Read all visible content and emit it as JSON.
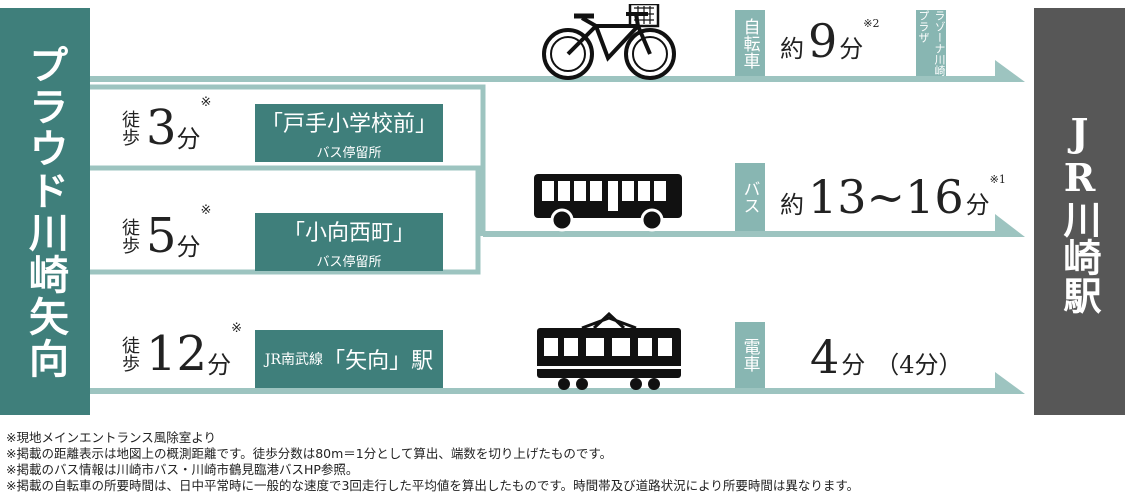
{
  "origin": {
    "name": "プラウド川崎矢向"
  },
  "destination": {
    "name": "JR川崎駅"
  },
  "routes": {
    "bicycle": {
      "mode_label": "自転車",
      "time_prefix": "約",
      "time_value": "9",
      "time_unit": "分",
      "note_mark": "※2",
      "via": "ラゾーナ川崎プラザ",
      "icon": "bicycle-icon"
    },
    "bus": {
      "mode_label": "バス",
      "time_prefix": "約",
      "time_value": "13~16",
      "time_unit": "分",
      "note_mark": "※1",
      "icon": "bus-icon",
      "stops": [
        {
          "walk_label": "徒歩",
          "walk_value": "3",
          "walk_unit": "分",
          "walk_mark": "※",
          "stop_name": "「戸手小学校前」",
          "stop_sub": "バス停留所"
        },
        {
          "walk_label": "徒歩",
          "walk_value": "5",
          "walk_unit": "分",
          "walk_mark": "※",
          "stop_name": "「小向西町」",
          "stop_sub": "バス停留所"
        }
      ]
    },
    "train": {
      "mode_label": "電車",
      "time_value": "4",
      "time_unit": "分",
      "time_paren": "（4分）",
      "icon": "train-icon",
      "walk_label": "徒歩",
      "walk_value": "12",
      "walk_unit": "分",
      "walk_mark": "※",
      "station_line": "JR南武線",
      "station_name": "「矢向」駅"
    }
  },
  "footnotes": [
    "※現地メインエントランス風除室より",
    "※掲載の距離表示は地図上の概測距離です。徒歩分数は80m＝1分として算出、端数を切り上げたものです。",
    "※掲載のバス情報は川崎市バス・川崎市鶴見臨港バスHP参照。",
    "※掲載の自転車の所要時間は、日中平常時に一般的な速度で3回走行した平均値を算出したものです。時間帯及び道路状況により所要時間は異なります。"
  ],
  "colors": {
    "teal": "#3f7f7b",
    "light_teal": "#88b6b2",
    "line": "#9dc4c0",
    "dark_gray": "#575757"
  }
}
